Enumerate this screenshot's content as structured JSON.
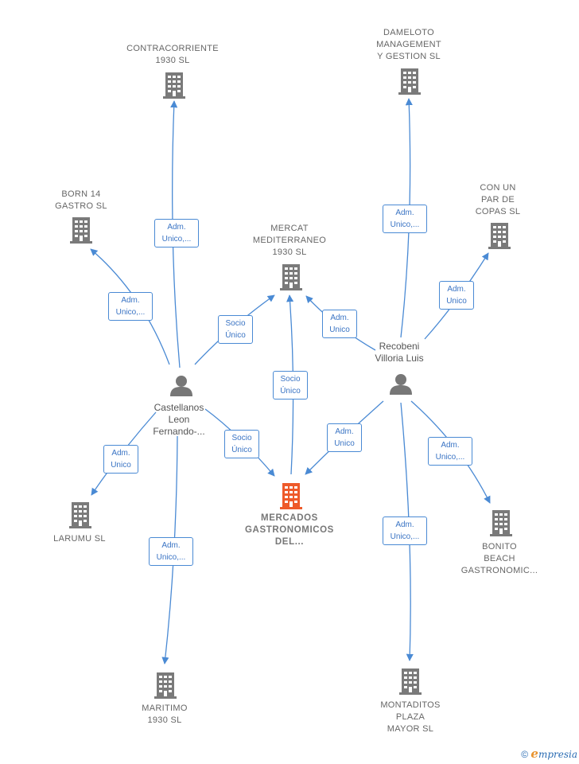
{
  "companies": {
    "contracorriente": "CONTRACORRIENTE\n1930  SL",
    "dameloto": "DAMELOTO\nMANAGEMENT\nY GESTION  SL",
    "born14": "BORN 14\nGASTRO  SL",
    "conunpar": "CON UN\nPAR DE\nCOPAS  SL",
    "mercat": "MERCAT\nMEDITERRANEO\n1930  SL",
    "mercados": "MERCADOS\nGASTRONOMICOS\nDEL...",
    "larumu": "LARUMU  SL",
    "bonito": "BONITO\nBEACH\nGASTRONOMIC...",
    "maritimo": "MARITIMO\n1930  SL",
    "montaditos": "MONTADITOS\nPLAZA\nMAYOR  SL"
  },
  "persons": {
    "castellanos": "Castellanos\nLeon\nFernando-...",
    "recobeni": "Recobeni\nVilloria Luis"
  },
  "edges": {
    "cast_contracorriente": "Adm.\nUnico,...",
    "cast_born": "Adm.\nUnico,...",
    "cast_mercat": "Socio\nÚnico",
    "cast_mercados": "Socio\nÚnico",
    "cast_larumu": "Adm.\nUnico",
    "cast_maritimo": "Adm.\nUnico,...",
    "central_mercat": "Socio\nÚnico",
    "rec_dameloto": "Adm.\nUnico,...",
    "rec_conunpar": "Adm.\nUnico",
    "rec_mercat": "Adm.\nUnico",
    "rec_mercados": "Adm.\nUnico",
    "rec_bonito": "Adm.\nUnico,...",
    "rec_montaditos": "Adm.\nUnico,..."
  },
  "colors": {
    "edge": "#4a8ad4",
    "building": "#7a7a7a",
    "focus_building": "#ee5a2a",
    "person": "#777777"
  },
  "footer": {
    "copyright": "©",
    "brand_initial": "e",
    "brand_rest": "mpresia"
  }
}
